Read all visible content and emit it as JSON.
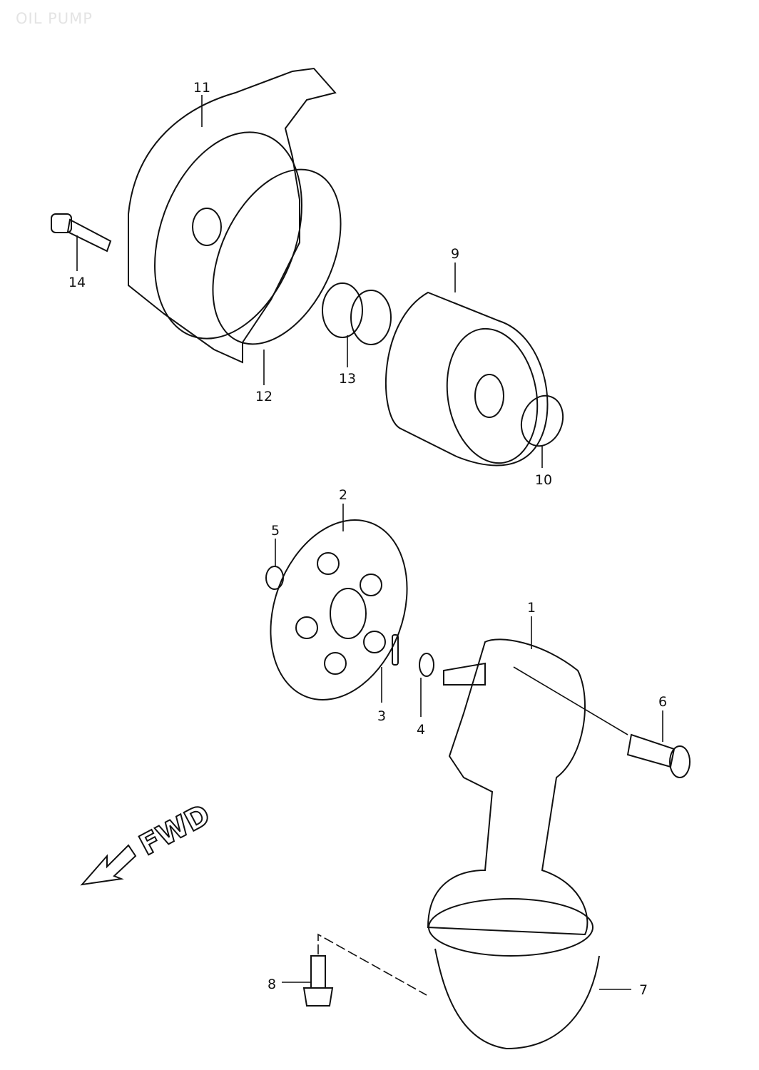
{
  "title": "OIL PUMP",
  "direction_label": "FWD",
  "parts": [
    {
      "ref": "1"
    },
    {
      "ref": "2"
    },
    {
      "ref": "3"
    },
    {
      "ref": "4"
    },
    {
      "ref": "5"
    },
    {
      "ref": "6"
    },
    {
      "ref": "7"
    },
    {
      "ref": "8"
    },
    {
      "ref": "9"
    },
    {
      "ref": "10"
    },
    {
      "ref": "11"
    },
    {
      "ref": "12"
    },
    {
      "ref": "13"
    },
    {
      "ref": "14"
    }
  ]
}
